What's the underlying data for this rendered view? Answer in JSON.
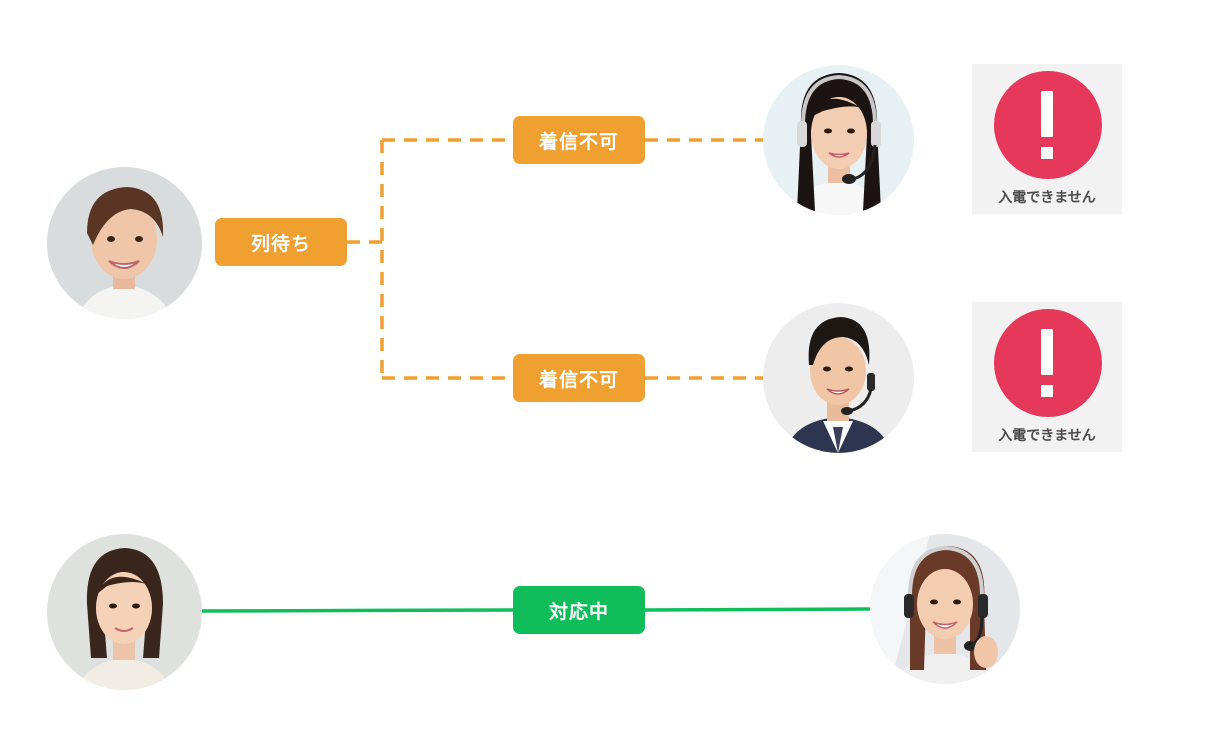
{
  "colors": {
    "orange": "#f0a030",
    "green": "#0fbe5a",
    "alert_red": "#e5385a",
    "alert_bg": "#f2f2f3"
  },
  "labels": {
    "queue": "列待ち",
    "unavailable_top": "着信不可",
    "unavailable_bottom": "着信不可",
    "in_progress": "対応中"
  },
  "alerts": {
    "top": {
      "icon": "exclamation-icon",
      "text": "入電できません"
    },
    "bottom": {
      "icon": "exclamation-icon",
      "text": "入電できません"
    }
  },
  "avatars": {
    "caller_waiting": "woman-short-hair-photo",
    "agent_top": "female-operator-headset-photo",
    "agent_bottom": "male-operator-headset-photo",
    "caller_active": "woman-long-hair-photo",
    "agent_active": "female-operator-headset-photo"
  }
}
